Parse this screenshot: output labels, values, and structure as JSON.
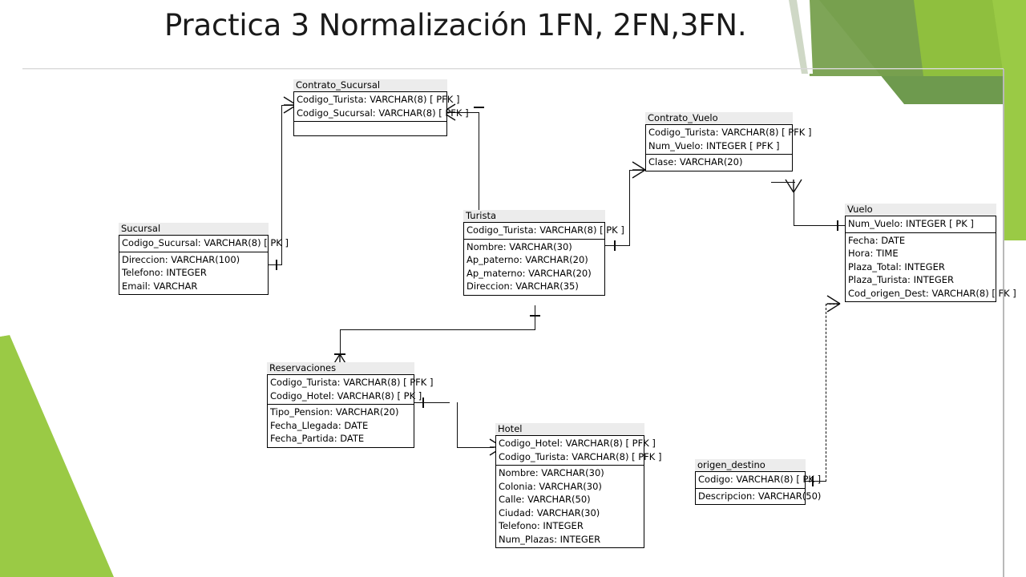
{
  "slide": {
    "title": "Practica 3 Normalización 1FN, 2FN,3FN.",
    "decor": {
      "green_light": "#9ACA45",
      "green_mid": "#86B23F",
      "green_dark": "#77A04E",
      "green_olive": "#6E9A4E"
    }
  },
  "diagram": {
    "type": "erd",
    "notation": "crows-foot",
    "entities": [
      {
        "id": "contrato_sucursal",
        "name": "Contrato_Sucursal",
        "keys": [
          "Codigo_Turista: VARCHAR(8)  [ PFK ]",
          "Codigo_Sucursal: VARCHAR(8)  [ PFK ]"
        ],
        "attributes": []
      },
      {
        "id": "contrato_vuelo",
        "name": "Contrato_Vuelo",
        "keys": [
          "Codigo_Turista: VARCHAR(8)  [ PFK ]",
          "Num_Vuelo: INTEGER  [ PFK ]"
        ],
        "attributes": [
          "Clase: VARCHAR(20)"
        ]
      },
      {
        "id": "vuelo",
        "name": "Vuelo",
        "keys": [
          "Num_Vuelo: INTEGER  [ PK ]"
        ],
        "attributes": [
          "Fecha: DATE",
          "Hora: TIME",
          "Plaza_Total: INTEGER",
          "Plaza_Turista: INTEGER",
          "Cod_origen_Dest: VARCHAR(8)  [ FK ]"
        ]
      },
      {
        "id": "sucursal",
        "name": "Sucursal",
        "keys": [
          "Codigo_Sucursal: VARCHAR(8)  [ PK ]"
        ],
        "attributes": [
          "Direccion: VARCHAR(100)",
          "Telefono: INTEGER",
          "Email: VARCHAR"
        ]
      },
      {
        "id": "turista",
        "name": "Turista",
        "keys": [
          "Codigo_Turista: VARCHAR(8)  [ PK ]"
        ],
        "attributes": [
          "Nombre: VARCHAR(30)",
          "Ap_paterno: VARCHAR(20)",
          "Ap_materno: VARCHAR(20)",
          "Direccion: VARCHAR(35)"
        ]
      },
      {
        "id": "reservaciones",
        "name": "Reservaciones",
        "keys": [
          "Codigo_Turista: VARCHAR(8)  [ PFK ]",
          "Codigo_Hotel: VARCHAR(8)  [ PK ]"
        ],
        "attributes": [
          "Tipo_Pension: VARCHAR(20)",
          "Fecha_Llegada: DATE",
          "Fecha_Partida: DATE"
        ]
      },
      {
        "id": "hotel",
        "name": "Hotel",
        "keys": [
          "Codigo_Hotel: VARCHAR(8)  [ PFK ]",
          "Codigo_Turista: VARCHAR(8)  [ PFK ]"
        ],
        "attributes": [
          "Nombre: VARCHAR(30)",
          "Colonia: VARCHAR(30)",
          "Calle: VARCHAR(50)",
          "Ciudad: VARCHAR(30)",
          "Telefono: INTEGER",
          "Num_Plazas: INTEGER"
        ]
      },
      {
        "id": "origen_destino",
        "name": "origen_destino",
        "keys": [
          "Codigo: VARCHAR(8)  [ PK ]"
        ],
        "attributes": [
          "Descripcion: VARCHAR(50)"
        ]
      }
    ],
    "relationships": [
      {
        "from": "sucursal",
        "to": "contrato_sucursal",
        "style": "identifying"
      },
      {
        "from": "turista",
        "to": "contrato_sucursal",
        "style": "identifying"
      },
      {
        "from": "turista",
        "to": "contrato_vuelo",
        "style": "identifying"
      },
      {
        "from": "vuelo",
        "to": "contrato_vuelo",
        "style": "identifying"
      },
      {
        "from": "turista",
        "to": "reservaciones",
        "style": "identifying"
      },
      {
        "from": "reservaciones",
        "to": "hotel",
        "style": "identifying"
      },
      {
        "from": "origen_destino",
        "to": "vuelo",
        "style": "non-identifying"
      }
    ]
  }
}
